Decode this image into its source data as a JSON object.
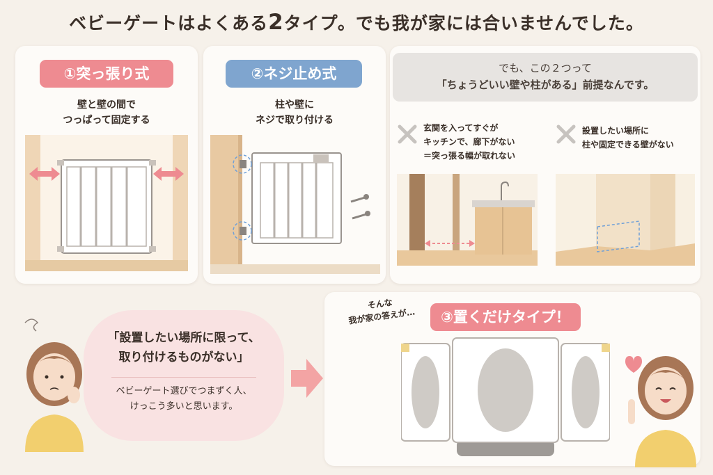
{
  "headline": {
    "before": "ベビーゲートはよくある",
    "number": "2",
    "after": "タイプ。でも我が家には合いませんでした。"
  },
  "type1": {
    "label": "①突っ張り式",
    "desc_line1": "壁と壁の間で",
    "desc_line2": "つっぱって固定する"
  },
  "type2": {
    "label": "②ネジ止め式",
    "desc_line1": "柱や壁に",
    "desc_line2": "ネジで取り付ける"
  },
  "premise": {
    "line1": "でも、この２つって",
    "line2": "「ちょうどいい壁や柱がある」前提なんです。"
  },
  "problem1": {
    "line1": "玄関を入ってすぐが",
    "line2": "キッチンで、廊下がない",
    "line3": "＝突っ張る幅が取れない"
  },
  "problem2": {
    "line1": "設置したい場所に",
    "line2": "柱や固定できる壁がない"
  },
  "speech": {
    "quote_line1": "「設置したい場所に限って、",
    "quote_line2": "取り付けるものがない」",
    "sub_line1": "ベビーゲート選びでつまずく人、",
    "sub_line2": "けっこう多いと思います。"
  },
  "answer": {
    "callout_line1": "そんな",
    "callout_line2": "我が家の答えが…",
    "label": "③置くだけタイプ！"
  },
  "colors": {
    "pink": "#ee8b91",
    "blue": "#7fa5cf",
    "wood": "#e8c9a2",
    "arrow_pink": "#f3a4a4",
    "cross_grey": "#c7c3bf"
  }
}
